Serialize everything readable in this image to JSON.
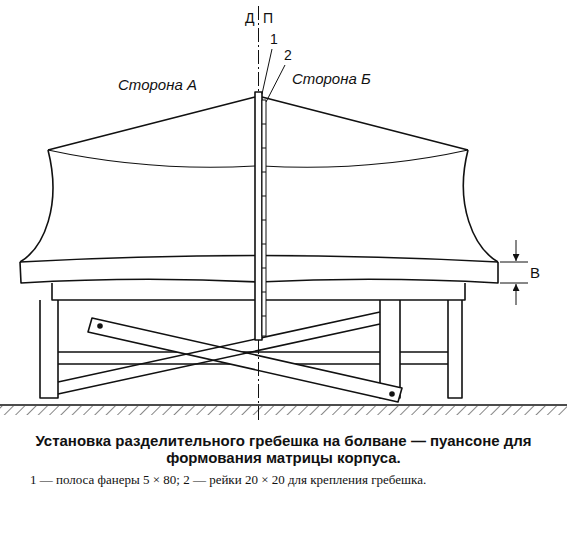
{
  "diagram": {
    "caption": "Установка разделительного гребешка на болване — пуансоне для формования матрицы корпуса.",
    "labels": [
      "Д",
      "П",
      "Сторона А",
      "1",
      "2",
      "Сторона Б",
      "В",
      "1 — полоса фанеры 5 × 80; 2 — рейки 20 × 20 для крепления гребешка."
    ]
  }
}
